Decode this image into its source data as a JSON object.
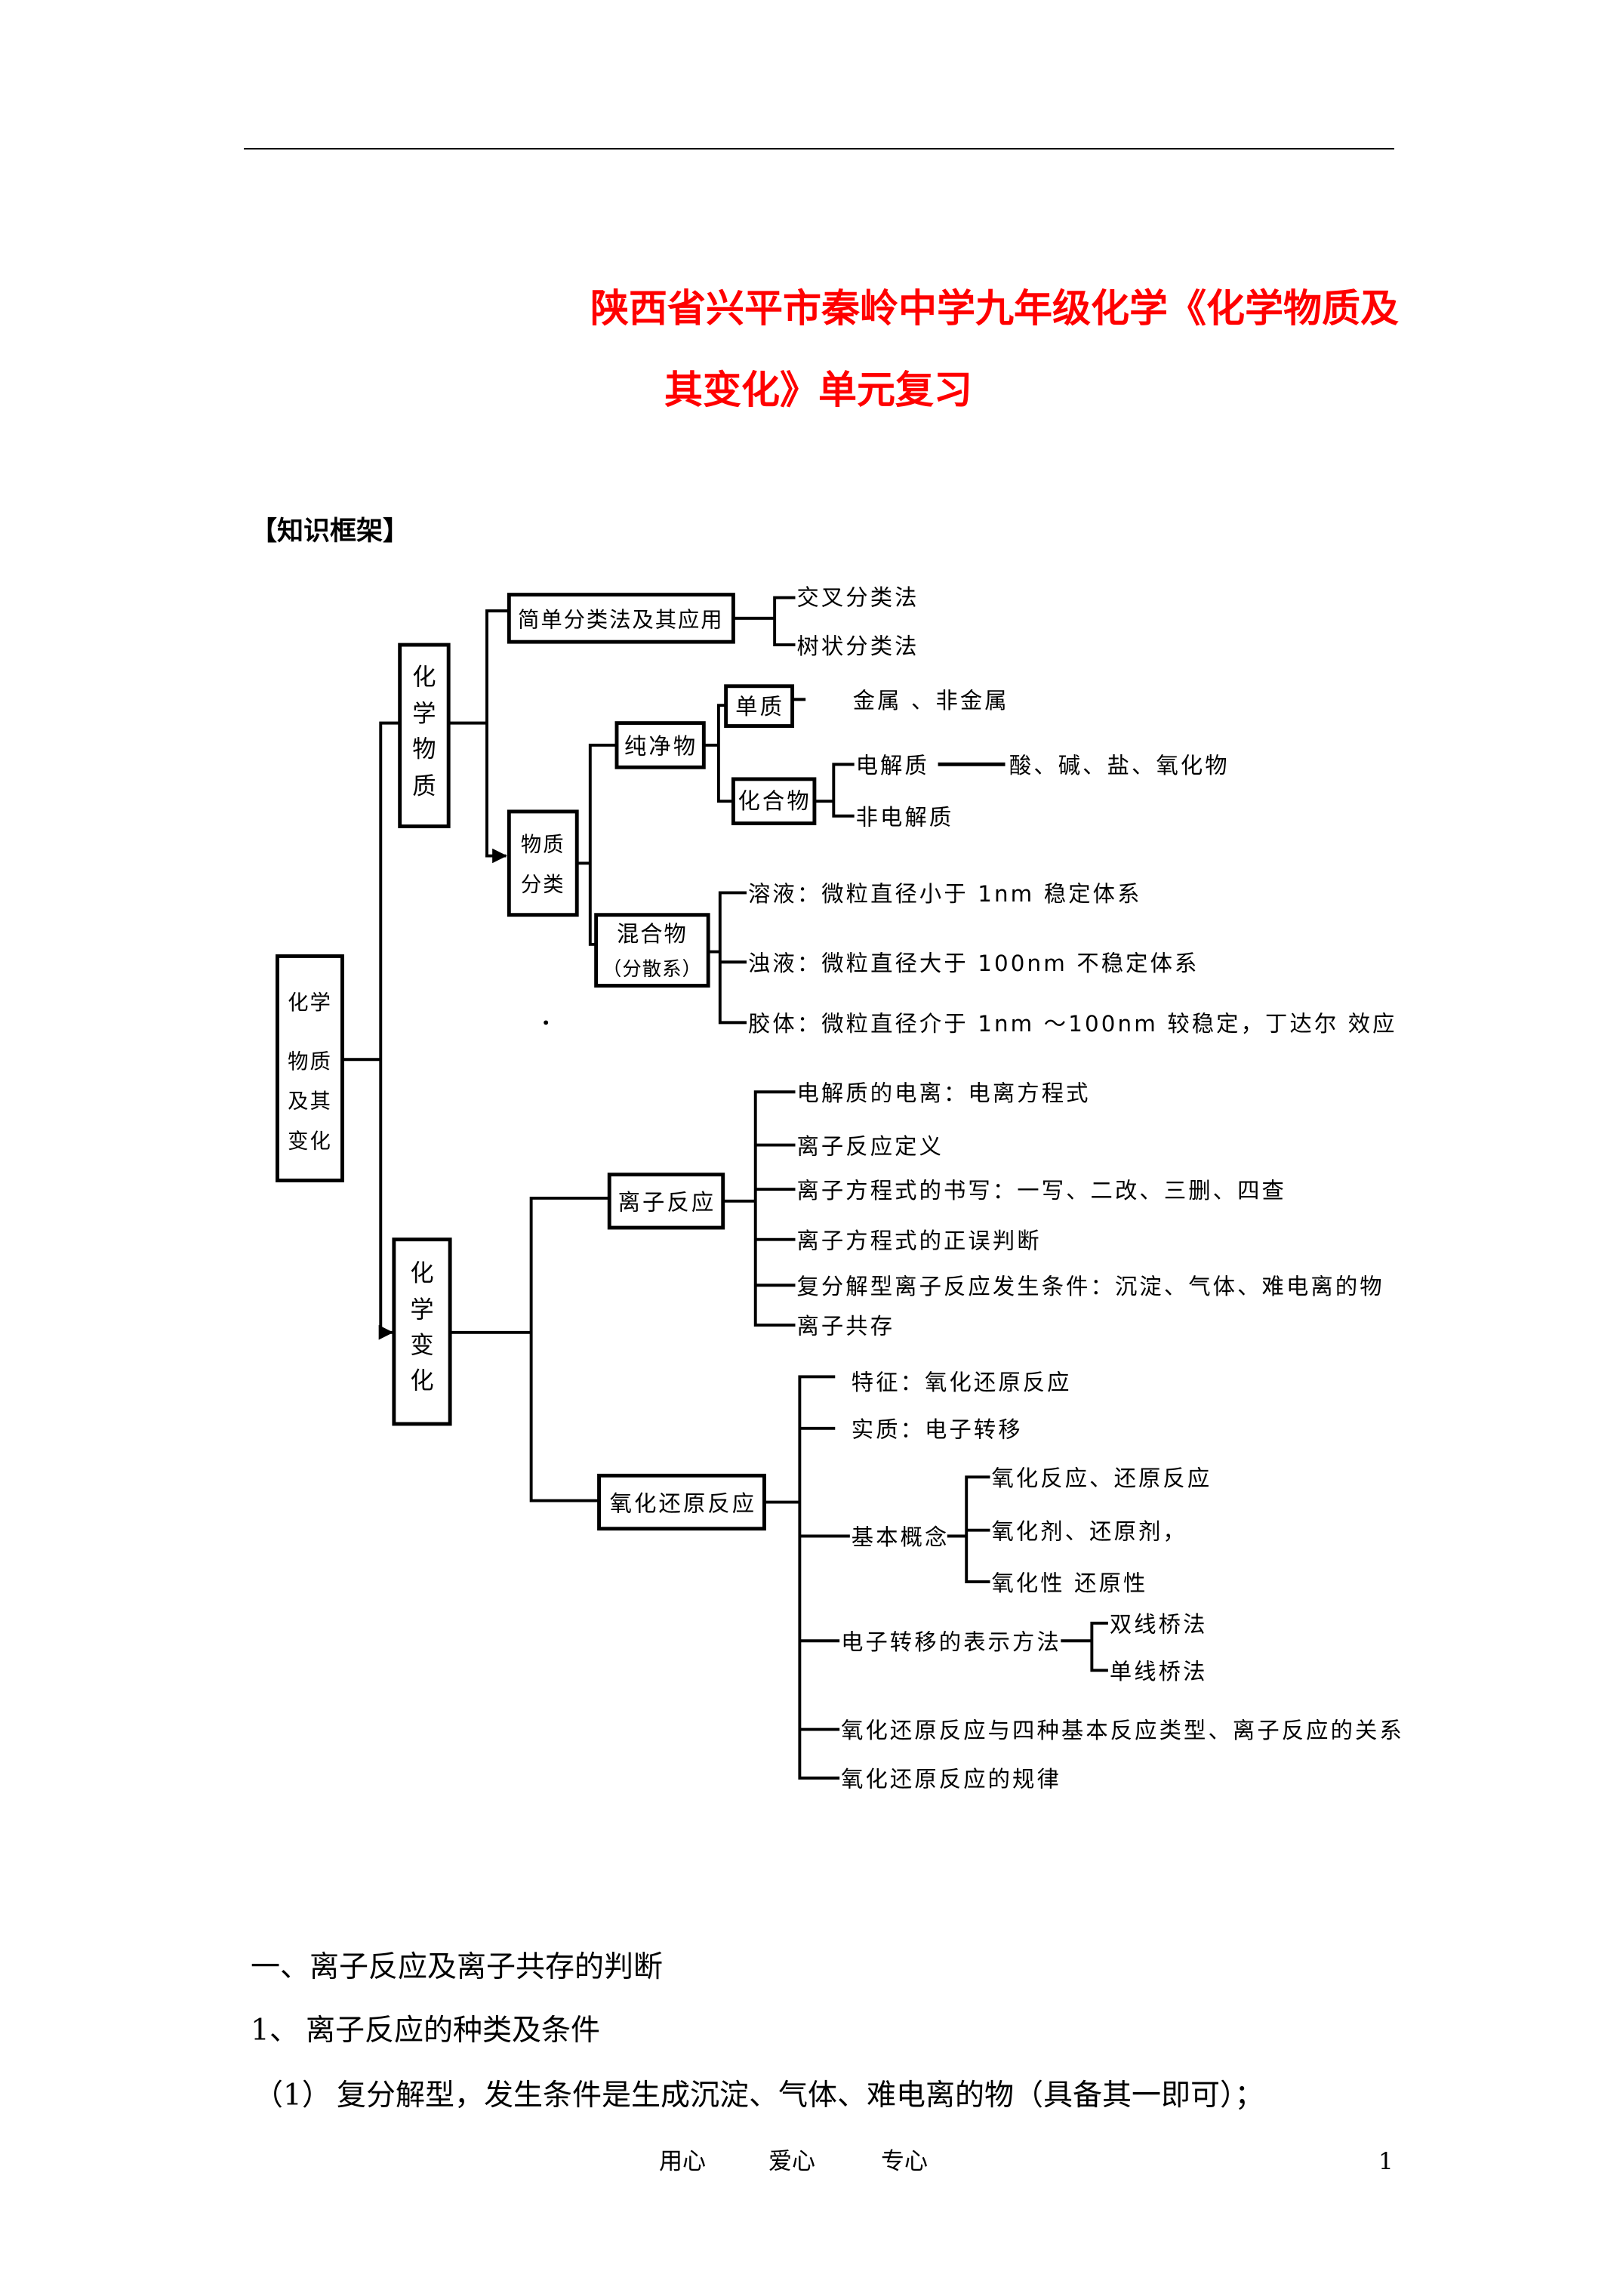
{
  "colors": {
    "title": "#ff0000"
  },
  "title": {
    "line1": "陕西省兴平市秦岭中学九年级化学《化学物质及",
    "line2": "其变化》单元复习"
  },
  "framework_label": "【知识框架】",
  "framework": {
    "root_lines": [
      "化学",
      "物质",
      "及其",
      "变化"
    ],
    "chemical_substance": {
      "label_chars": [
        "化",
        "学",
        "物",
        "质"
      ],
      "simple_classification": {
        "label": "简单分类法及其应用",
        "items": [
          "交叉分类法",
          "树状分类法"
        ]
      },
      "classification": {
        "label_lines": [
          "物质",
          "分类"
        ],
        "pure": {
          "label": "纯净物",
          "element": {
            "label": "单质",
            "detail": "金属 、非金属"
          },
          "compound": {
            "label": "化合物",
            "electrolyte": {
              "label": "电解质",
              "detail": "酸、碱、盐、氧化物"
            },
            "non_electrolyte": "非电解质"
          }
        },
        "mixture": {
          "label_lines": [
            "混合物",
            "（分散系）"
          ],
          "items": [
            "溶液：微粒直径小于 1nm 稳定体系",
            "浊液：微粒直径大于 100nm 不稳定体系",
            "胶体：微粒直径介于 1nm ～100nm 较稳定，丁达尔 效应"
          ]
        }
      }
    },
    "chemical_change": {
      "label_chars": [
        "化",
        "学",
        "变",
        "化"
      ],
      "ionic_reaction": {
        "label": "离子反应",
        "items": [
          "电解质的电离：电离方程式",
          "离子反应定义",
          "离子方程式的书写：一写、二改、三删、四查",
          "离子方程式的正误判断",
          "复分解型离子反应发生条件：沉淀、气体、难电离的物",
          "离子共存"
        ]
      },
      "redox": {
        "label": "氧化还原反应",
        "feature": "特征：氧化还原反应",
        "essence": "实质：电子转移",
        "basic_concepts": {
          "label": "基本概念",
          "items": [
            "氧化反应、还原反应",
            "氧化剂、还原剂，",
            "氧化性 还原性"
          ]
        },
        "electron_transfer": {
          "label": "电子转移的表示方法",
          "items": [
            "双线桥法",
            "单线桥法"
          ]
        },
        "relation": "氧化还原反应与四种基本反应类型、离子反应的关系",
        "rules": "氧化还原反应的规律"
      }
    }
  },
  "content": {
    "section_heading": "一、离子反应及离子共存的判断",
    "subsection": {
      "number": "1、",
      "text": "离子反应的种类及条件"
    },
    "item": {
      "number": "（1）",
      "text": "复分解型，发生条件是生成沉淀、气体、难电离的物（具备其一即可）；"
    }
  },
  "footer": {
    "mottos": [
      "用心",
      "爱心",
      "专心"
    ],
    "page_number": "1"
  }
}
